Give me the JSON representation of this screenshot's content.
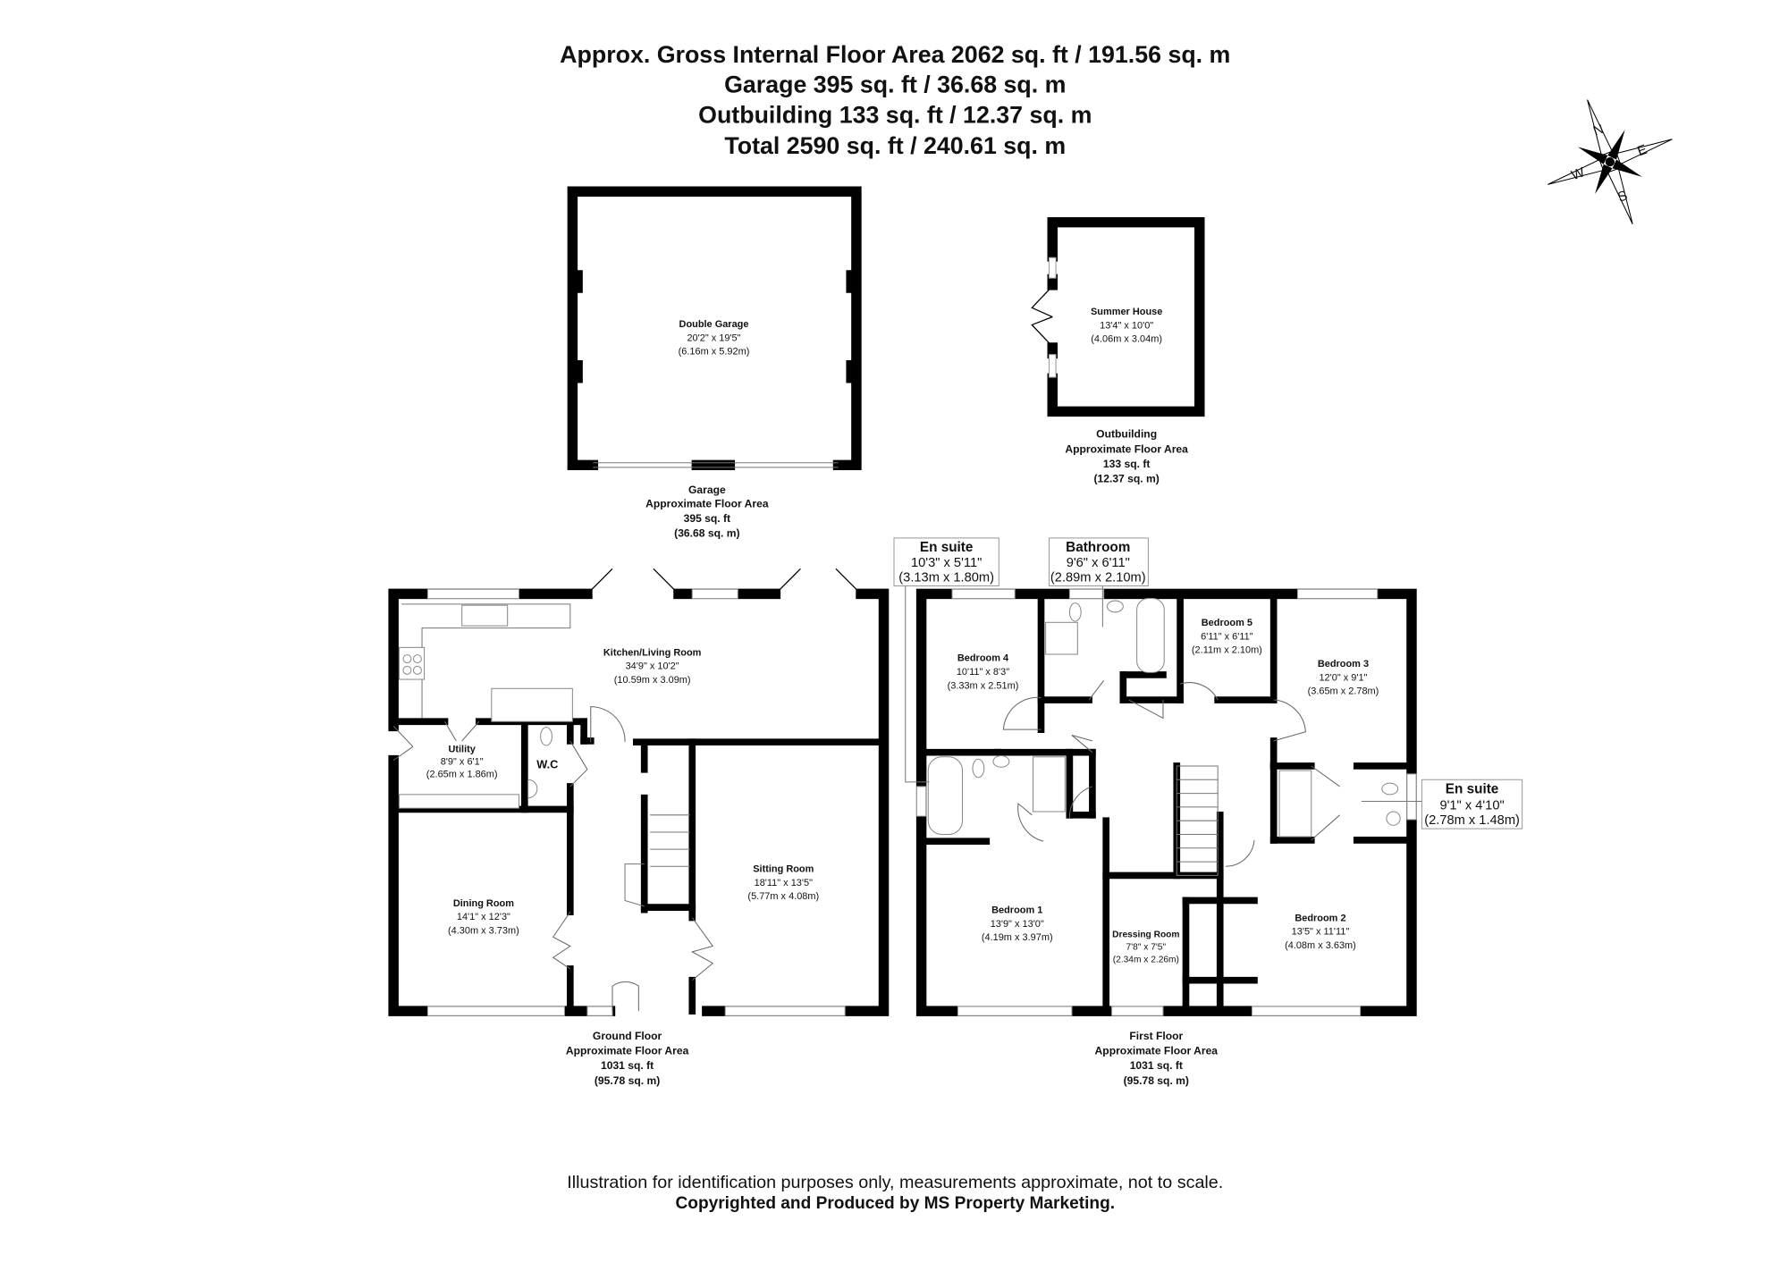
{
  "header": {
    "line1": "Approx. Gross Internal Floor Area 2062 sq. ft / 191.56 sq. m",
    "line2": "Garage 395 sq. ft / 36.68 sq. m",
    "line3": "Outbuilding 133 sq. ft / 12.37 sq. m",
    "line4": "Total 2590 sq. ft / 240.61 sq. m"
  },
  "compass": {
    "n": "N",
    "e": "E",
    "s": "S",
    "w": "W"
  },
  "garage": {
    "room": {
      "name": "Double Garage",
      "imperial": "20'2\" x 19'5\"",
      "metric": "(6.16m x 5.92m)"
    },
    "caption": {
      "title": "Garage",
      "subtitle": "Approximate Floor Area",
      "sqft": "395 sq. ft",
      "sqm": "(36.68 sq. m)"
    }
  },
  "outbuilding": {
    "room": {
      "name": "Summer House",
      "imperial": "13'4\" x 10'0\"",
      "metric": "(4.06m x 3.04m)"
    },
    "caption": {
      "title": "Outbuilding",
      "subtitle": "Approximate Floor Area",
      "sqft": "133 sq. ft",
      "sqm": "(12.37 sq. m)"
    }
  },
  "ground_floor": {
    "rooms": [
      {
        "name": "Kitchen/Living Room",
        "imperial": "34'9\" x 10'2\"",
        "metric": "(10.59m x 3.09m)"
      },
      {
        "name": "Utility",
        "imperial": "8'9\" x 6'1\"",
        "metric": "(2.65m x 1.86m)"
      },
      {
        "name": "W.C"
      },
      {
        "name": "Dining Room",
        "imperial": "14'1\" x 12'3\"",
        "metric": "(4.30m x 3.73m)"
      },
      {
        "name": "Sitting Room",
        "imperial": "18'11\" x 13'5\"",
        "metric": "(5.77m x 4.08m)"
      }
    ],
    "caption": {
      "title": "Ground Floor",
      "subtitle": "Approximate Floor Area",
      "sqft": "1031 sq. ft",
      "sqm": "(95.78 sq. m)"
    }
  },
  "first_floor": {
    "rooms": [
      {
        "name": "Bedroom 4",
        "imperial": "10'11\" x 8'3\"",
        "metric": "(3.33m x 2.51m)"
      },
      {
        "name": "Bedroom 5",
        "imperial": "6'11\" x 6'11\"",
        "metric": "(2.11m x 2.10m)"
      },
      {
        "name": "Bedroom 3",
        "imperial": "12'0\" x 9'1\"",
        "metric": "(3.65m x 2.78m)"
      },
      {
        "name": "Bedroom 1",
        "imperial": "13'9\" x 13'0\"",
        "metric": "(4.19m x 3.97m)"
      },
      {
        "name": "Dressing Room",
        "imperial": "7'8\" x 7'5\"",
        "metric": "(2.34m x 2.26m)"
      },
      {
        "name": "Bedroom 2",
        "imperial": "13'5\" x 11'11\"",
        "metric": "(4.08m x 3.63m)"
      }
    ],
    "callouts": [
      {
        "name": "En suite",
        "imperial": "10'3\" x 5'11\"",
        "metric": "(3.13m x 1.80m)"
      },
      {
        "name": "Bathroom",
        "imperial": "9'6\" x 6'11\"",
        "metric": "(2.89m x 2.10m)"
      },
      {
        "name": "En suite",
        "imperial": "9'1\" x 4'10\"",
        "metric": "(2.78m x 1.48m)"
      }
    ],
    "caption": {
      "title": "First Floor",
      "subtitle": "Approximate Floor Area",
      "sqft": "1031 sq. ft",
      "sqm": "(95.78 sq. m)"
    }
  },
  "footer": {
    "disclaimer": "Illustration for identification purposes only, measurements approximate, not to scale.",
    "credit": "Copyrighted  and Produced by MS Property Marketing."
  }
}
